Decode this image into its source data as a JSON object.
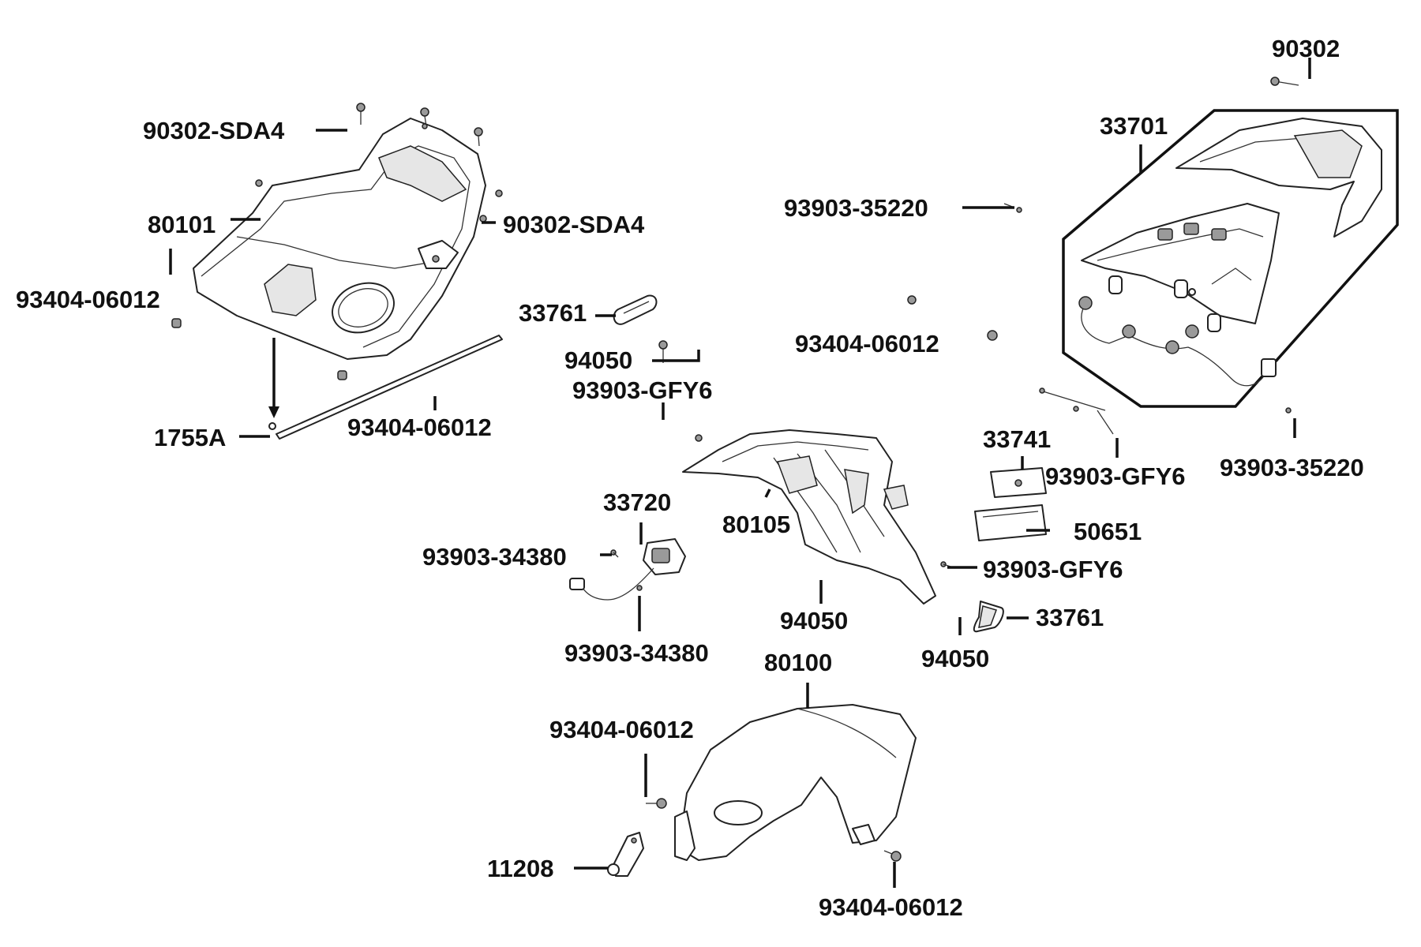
{
  "labels": {
    "p90302_top": "90302",
    "p33701": "33701",
    "p93903_35220_a": "93903-35220",
    "p90302_sda4_a": "90302-SDA4",
    "p80101": "80101",
    "p90302_sda4_b": "90302-SDA4",
    "p93404_06012_a": "93404-06012",
    "p33761_a": "33761",
    "p94050_a": "94050",
    "p93903_gfy6_a": "93903-GFY6",
    "p93404_06012_b": "93404-06012",
    "p1755a": "1755A",
    "p93404_06012_c": "93404-06012",
    "p33741": "33741",
    "p93903_gfy6_b": "93903-GFY6",
    "p93903_35220_b": "93903-35220",
    "p33720": "33720",
    "p80105": "80105",
    "p50651": "50651",
    "p93903_34380_a": "93903-34380",
    "p93903_gfy6_c": "93903-GFY6",
    "p94050_b": "94050",
    "p33761_b": "33761",
    "p94050_c": "94050",
    "p93903_34380_b": "93903-34380",
    "p80100": "80100",
    "p93404_06012_d": "93404-06012",
    "p11208": "11208",
    "p93404_06012_e": "93404-06012"
  }
}
